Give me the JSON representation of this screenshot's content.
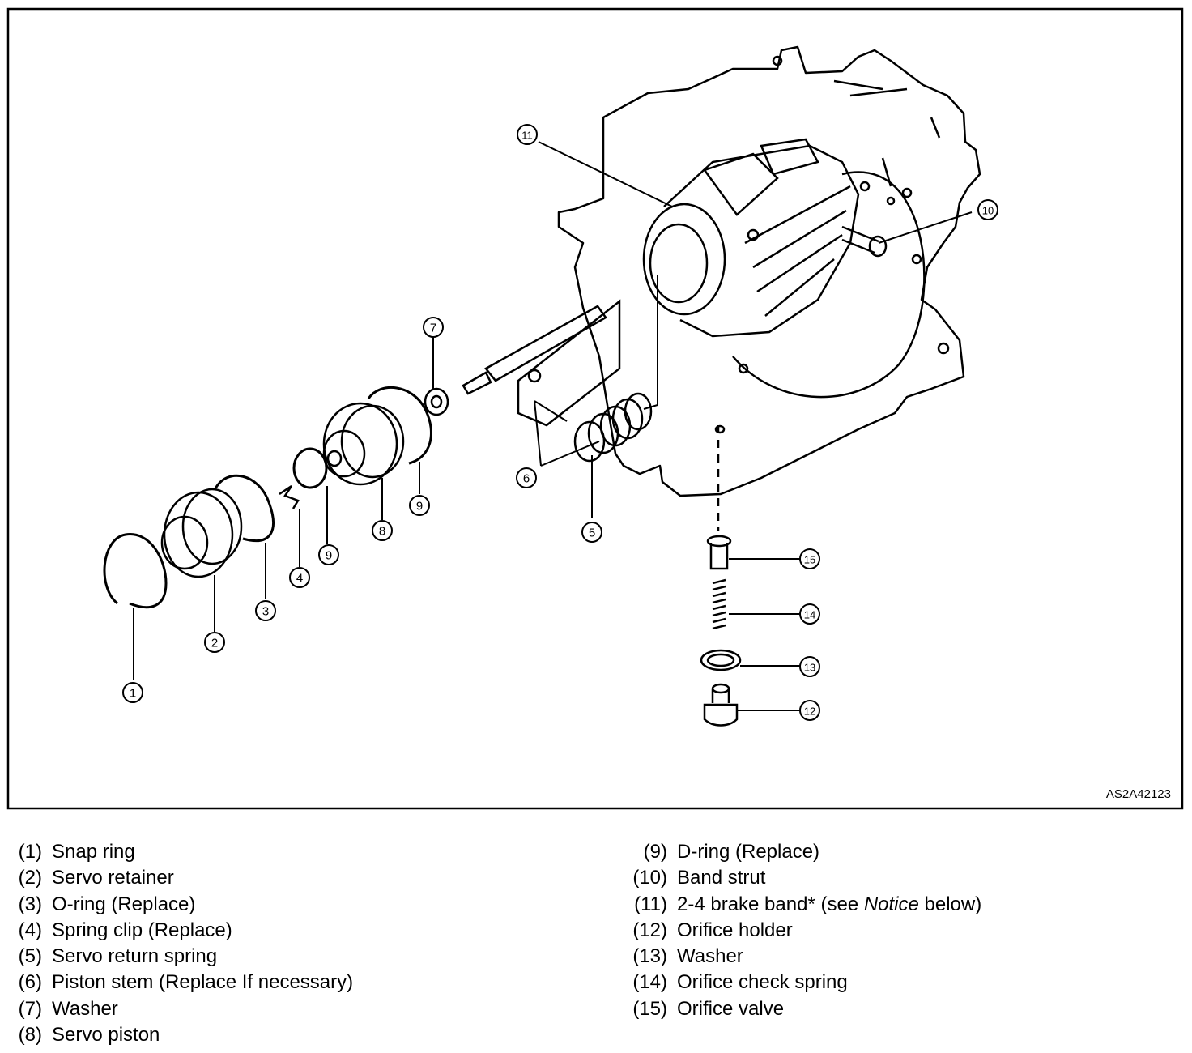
{
  "figure": {
    "code": "AS2A42123",
    "callouts": [
      "1",
      "2",
      "3",
      "4",
      "5",
      "6",
      "7",
      "8",
      "9",
      "9",
      "10",
      "11",
      "12",
      "13",
      "14",
      "15"
    ]
  },
  "legend": {
    "left": [
      {
        "num": "(1)",
        "text": "Snap ring"
      },
      {
        "num": "(2)",
        "text": "Servo retainer"
      },
      {
        "num": "(3)",
        "text": "O-ring (Replace)"
      },
      {
        "num": "(4)",
        "text": "Spring clip (Replace)"
      },
      {
        "num": "(5)",
        "text": "Servo return spring"
      },
      {
        "num": "(6)",
        "text": "Piston stem (Replace If necessary)"
      },
      {
        "num": "(7)",
        "text": "Washer"
      },
      {
        "num": "(8)",
        "text": "Servo piston"
      }
    ],
    "right": [
      {
        "num": "(9)",
        "text": "D-ring (Replace)"
      },
      {
        "num": "(10)",
        "text": "Band strut"
      },
      {
        "num": "(11)",
        "text": "2-4 brake band* (see ",
        "italic": "Notice",
        "after": " below)"
      },
      {
        "num": "(12)",
        "text": "Orifice holder"
      },
      {
        "num": "(13)",
        "text": "Washer"
      },
      {
        "num": "(14)",
        "text": "Orifice check spring"
      },
      {
        "num": "(15)",
        "text": "Orifice valve"
      }
    ]
  }
}
